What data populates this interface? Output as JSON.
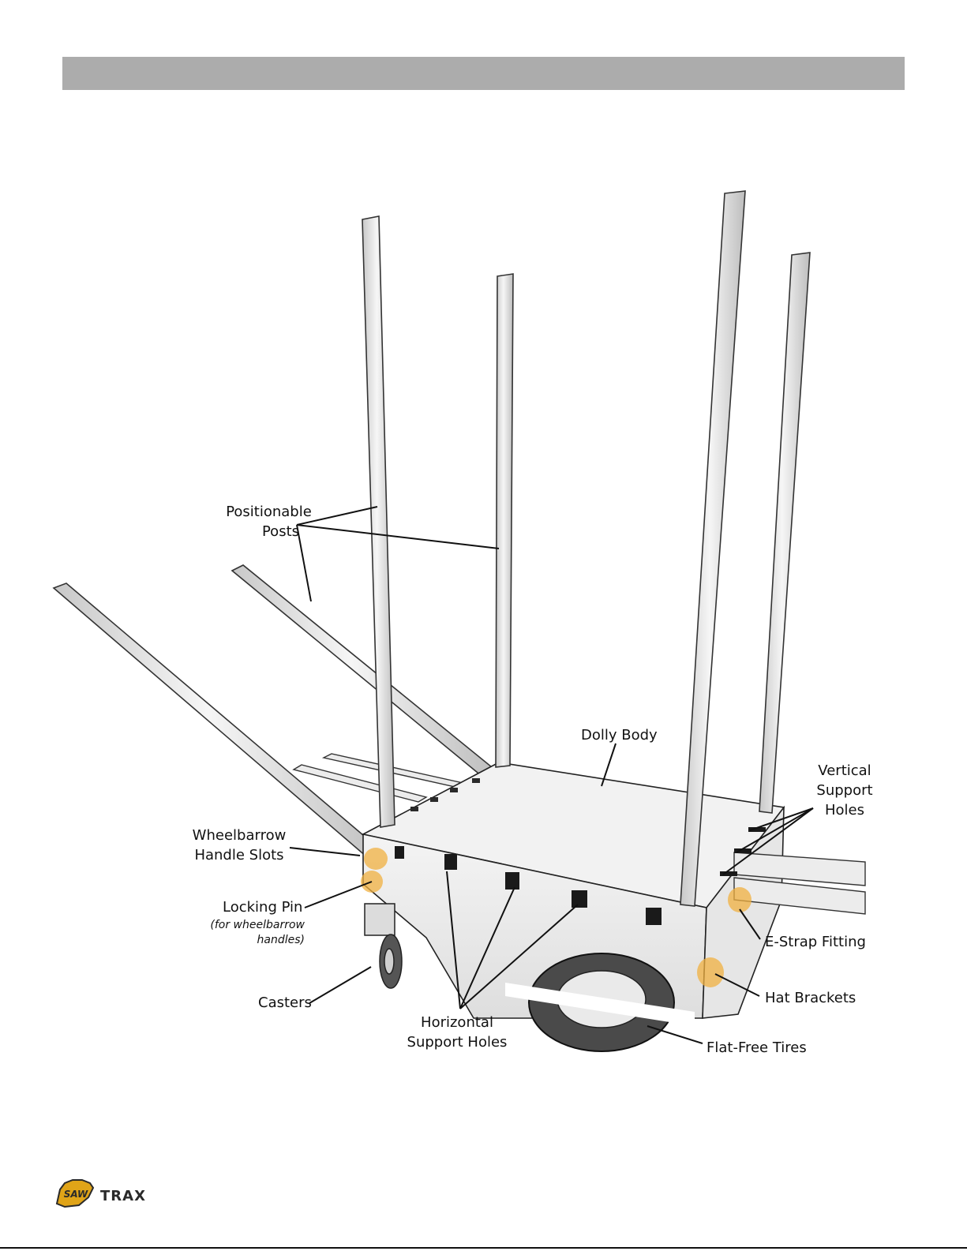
{
  "labels": {
    "positionable_posts": [
      "Positionable",
      "Posts"
    ],
    "dolly_body": "Dolly Body",
    "vertical_support_holes": [
      "Vertical",
      "Support",
      "Holes"
    ],
    "wheelbarrow_handle_slots": [
      "Wheelbarrow",
      "Handle Slots"
    ],
    "locking_pin": "Locking Pin",
    "locking_pin_note": [
      "(for wheelbarrow",
      "handles)"
    ],
    "casters": "Casters",
    "horizontal_support_holes": [
      "Horizontal",
      "Support Holes"
    ],
    "estrap_fitting": "E-Strap Fitting",
    "hat_brackets": "Hat Brackets",
    "flat_free_tires": "Flat-Free Tires"
  },
  "logo": {
    "text": "SAWTRAX"
  },
  "colors": {
    "header_bar": "#acacac",
    "highlight": "#f0b040",
    "logo_gold": "#e0a418",
    "logo_dark": "#2a2a2a"
  }
}
